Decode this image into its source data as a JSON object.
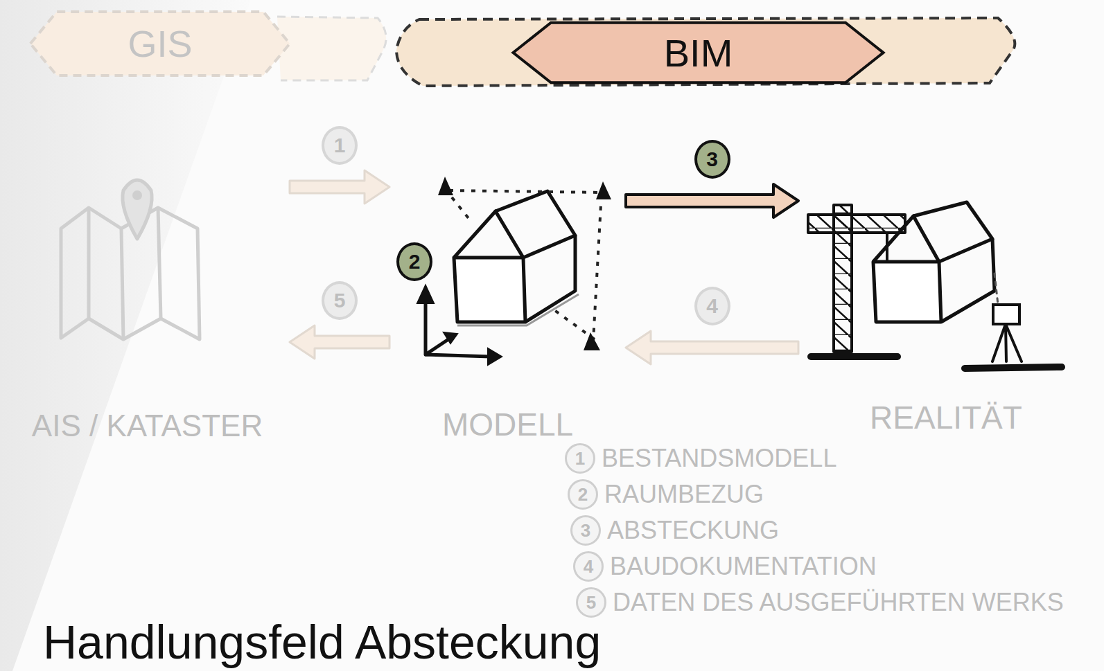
{
  "diagram": {
    "title": "Handlungsfeld Absteckung",
    "nodes": [
      {
        "text": [
          "GIS"
        ]
      },
      {
        "text": [
          "BIM"
        ]
      },
      {
        "text": [
          "AIS / KATASTER"
        ]
      },
      {
        "text": [
          "MODELL"
        ]
      },
      {
        "text": [
          "REALITÄT"
        ]
      }
    ],
    "edges": [
      {
        "from": 2,
        "to": 3,
        "label": "1",
        "arrow": "to"
      },
      {
        "from": 3,
        "to": 4,
        "label": "3",
        "arrow": "to"
      },
      {
        "from": 4,
        "to": 3,
        "label": "4",
        "arrow": "to"
      },
      {
        "from": 3,
        "to": 2,
        "label": "5",
        "arrow": "to"
      }
    ],
    "labels": [
      "2",
      "1",
      "BESTANDSMODELL",
      "2",
      "RAUMBEZUG",
      "3",
      "ABSTECKUNG",
      "4",
      "BAUDOKUMENTATION",
      "5",
      "DATEN DES AUSGEFÜHRTEN WERKS"
    ]
  }
}
